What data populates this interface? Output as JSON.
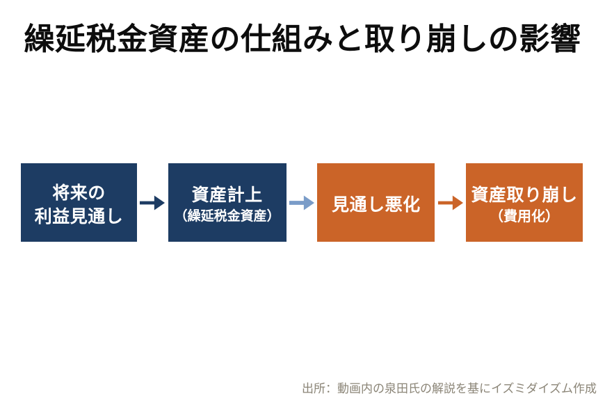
{
  "page": {
    "title": "繰延税金資産の仕組みと取り崩しの影響",
    "source_note": "出所：動画内の泉田氏の解説を基にイズミダイズム作成"
  },
  "colors": {
    "background": "#ffffff",
    "title_text": "#0d0d0d",
    "box_navy": "#1d3c63",
    "box_orange": "#cb6428",
    "box_text": "#ffffff",
    "arrow_navy": "#1d3c63",
    "arrow_light_blue": "#7a9cc8",
    "arrow_orange": "#cb6428",
    "source_text": "#8b8577"
  },
  "flow": {
    "boxes": [
      {
        "line1": "将来の",
        "line2": "利益見通し",
        "color": "#1d3c63"
      },
      {
        "line1": "資産計上",
        "line2": "（繰延税金資産）",
        "color": "#1d3c63"
      },
      {
        "line1": "見通し悪化",
        "line2": "",
        "color": "#cb6428"
      },
      {
        "line1": "資産取り崩し",
        "line2": "（費用化）",
        "color": "#cb6428"
      }
    ],
    "arrows": [
      {
        "color": "#1d3c63"
      },
      {
        "color": "#7a9cc8"
      },
      {
        "color": "#cb6428"
      }
    ]
  }
}
